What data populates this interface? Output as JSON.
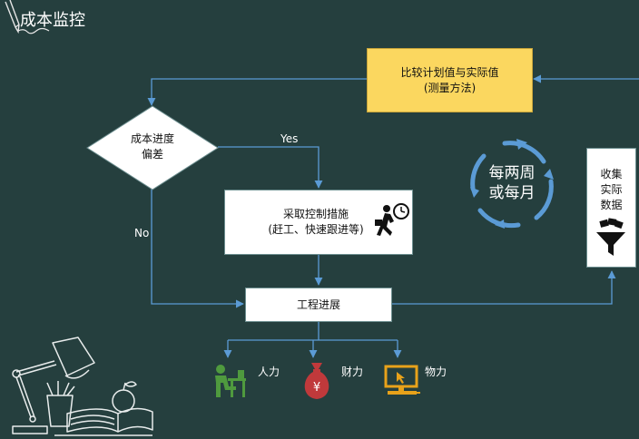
{
  "title": "成本监控",
  "compare_box": {
    "line1": "比较计划值与实际值",
    "line2": "(测量方法)"
  },
  "decision": {
    "line1": "成本进度",
    "line2": "偏差"
  },
  "edge_yes": "Yes",
  "edge_no": "No",
  "action_box": {
    "line1": "采取控制措施",
    "line2": "(赶工、快速跟进等)"
  },
  "progress_box": "工程进展",
  "cycle": {
    "line1": "每两周",
    "line2": "或每月"
  },
  "collect_box": {
    "line1": "收集",
    "line2": "实际",
    "line3": "数据"
  },
  "resources": [
    {
      "label": "人力",
      "icon": "worker-at-desk-icon",
      "color": "#4f9a3e"
    },
    {
      "label": "财力",
      "icon": "money-bag-icon",
      "color": "#c0393b"
    },
    {
      "label": "物力",
      "icon": "computer-icon",
      "color": "#e8a21a"
    }
  ],
  "colors": {
    "background": "#253f3e",
    "connector": "#5b9bd5",
    "highlight": "#fbd75f"
  }
}
